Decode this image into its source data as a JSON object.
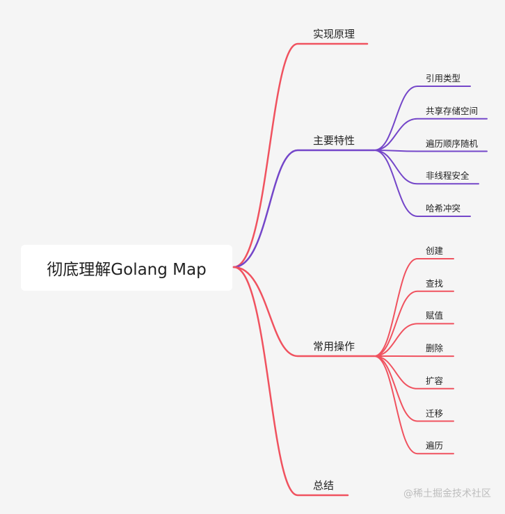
{
  "root": "彻底理解Golang Map",
  "branches": [
    {
      "label": "实现原理",
      "color": "#f0525f",
      "children": []
    },
    {
      "label": "主要特性",
      "color": "#7446c9",
      "children": [
        "引用类型",
        "共享存储空间",
        "遍历顺序随机",
        "非线程安全",
        "哈希冲突"
      ]
    },
    {
      "label": "常用操作",
      "color": "#f0525f",
      "children": [
        "创建",
        "查找",
        "赋值",
        "删除",
        "扩容",
        "迁移",
        "遍历"
      ]
    },
    {
      "label": "总结",
      "color": "#f0525f",
      "children": []
    }
  ],
  "watermark": "@稀土掘金技术社区"
}
